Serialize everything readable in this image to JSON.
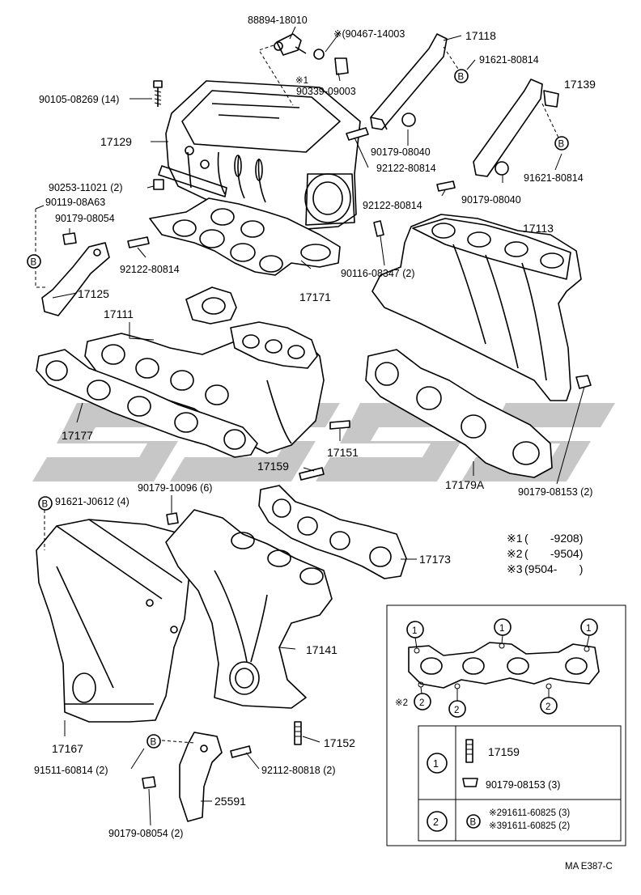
{
  "labels": {
    "p88894": "88894-18010",
    "p90467": "※(90467-14003",
    "p17118": "17118",
    "p91621a": "91621-80814",
    "p17139": "17139",
    "note1": "※1",
    "p90339": "90339-09003",
    "p90105": "90105-08269 (14)",
    "p17129": "17129",
    "p90179_08040a": "90179-08040",
    "p92122a": "92122-80814",
    "p91621b": "91621-80814",
    "p90179_08040b": "90179-08040",
    "p90253": "90253-11021 (2)",
    "p90119": "90119-08A63",
    "p90179_08054a": "90179-08054",
    "p92122b": "92122-80814",
    "p92122c": "92122-80814",
    "p17113": "17113",
    "p90116": "90116-08347 (2)",
    "p17125": "17125",
    "p17171": "17171",
    "p17111": "17111",
    "p17177": "17177",
    "p17151": "17151",
    "p17159": "17159",
    "p17179A": "17179A",
    "p90179_08153": "90179-08153 (2)",
    "p90179_10096": "90179-10096 (6)",
    "p91621_J0612": "91621-J0612 (4)",
    "p17173": "17173",
    "p17141": "17141",
    "p17167": "17167",
    "p17152": "17152",
    "p91511": "91511-60814 (2)",
    "p92112": "92112-80818 (2)",
    "p25591": "25591",
    "p90179_08054b": "90179-08054 (2)",
    "circleB": "B",
    "ref": "MA E387-C"
  },
  "notes": [
    {
      "mark": "※1",
      "text": "(       -9208)"
    },
    {
      "mark": "※2",
      "text": "(       -9504)"
    },
    {
      "mark": "※3",
      "text": "(9504-       )"
    }
  ],
  "inset": {
    "circle1": "1",
    "circle2": "2",
    "mark2": "※2",
    "row1": {
      "num": "1",
      "stud": "17159",
      "nut": "90179-08153 (3)"
    },
    "row2": {
      "num": "2",
      "boltB": "B",
      "line1": "※291611-60825 (3)",
      "line2": "※391611-60825 (2)"
    }
  }
}
